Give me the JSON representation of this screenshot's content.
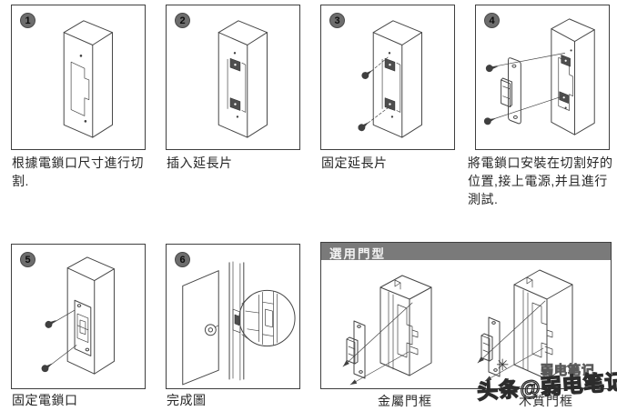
{
  "steps": [
    {
      "number": "1",
      "caption": "根據電鎖口尺寸進行切割."
    },
    {
      "number": "2",
      "caption": "插入延長片"
    },
    {
      "number": "3",
      "caption": "固定延長片"
    },
    {
      "number": "4",
      "caption": "將電鎖口安裝在切割好的位置,接上電源,并且進行測試."
    },
    {
      "number": "5",
      "caption": "固定電鎖口"
    },
    {
      "number": "6",
      "caption": "完成圖"
    }
  ],
  "optional_section": {
    "title": "選用門型",
    "options": [
      {
        "label": "金屬門框"
      },
      {
        "label": "木質門框"
      }
    ]
  },
  "watermark": {
    "small": "弱电笔记",
    "large": "头条@弱电笔记",
    "star_glyph": "✳"
  },
  "colors": {
    "line": "#454545",
    "badge_fill": "#6d6d6d",
    "section_header_bg": "#7a7a7a",
    "section_header_text": "#f3f3f3",
    "caption_text": "#262626",
    "background": "#ffffff"
  }
}
